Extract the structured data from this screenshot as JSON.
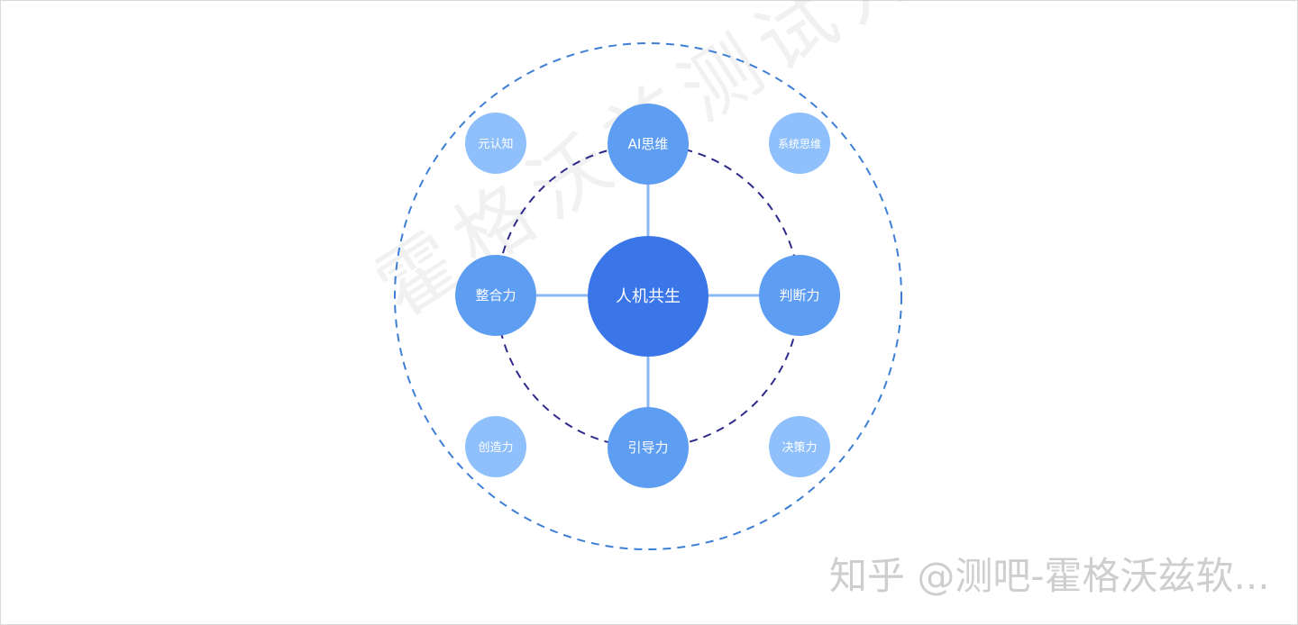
{
  "diagram": {
    "center": {
      "label": "人机共生",
      "color": "#3b76e8"
    },
    "primary_nodes": [
      {
        "id": "top",
        "label": "AI思维"
      },
      {
        "id": "left",
        "label": "整合力"
      },
      {
        "id": "right",
        "label": "判断力"
      },
      {
        "id": "bottom",
        "label": "引导力"
      }
    ],
    "secondary_nodes": [
      {
        "id": "top-left",
        "label": "元认知"
      },
      {
        "id": "top-right",
        "label": "系统思维"
      },
      {
        "id": "bottom-left",
        "label": "创造力"
      },
      {
        "id": "bottom-right",
        "label": "决策力"
      }
    ],
    "colors": {
      "primary_node": "#5d9df2",
      "secondary_node": "#8fc0fb",
      "connector": "#8ab8f5",
      "inner_ring": "#2d2a8c",
      "outer_ring": "#3d7fd6"
    }
  },
  "watermarks": {
    "diagonal": "霍格沃兹测试开发",
    "corner": "知乎 @测吧-霍格沃兹软..."
  }
}
